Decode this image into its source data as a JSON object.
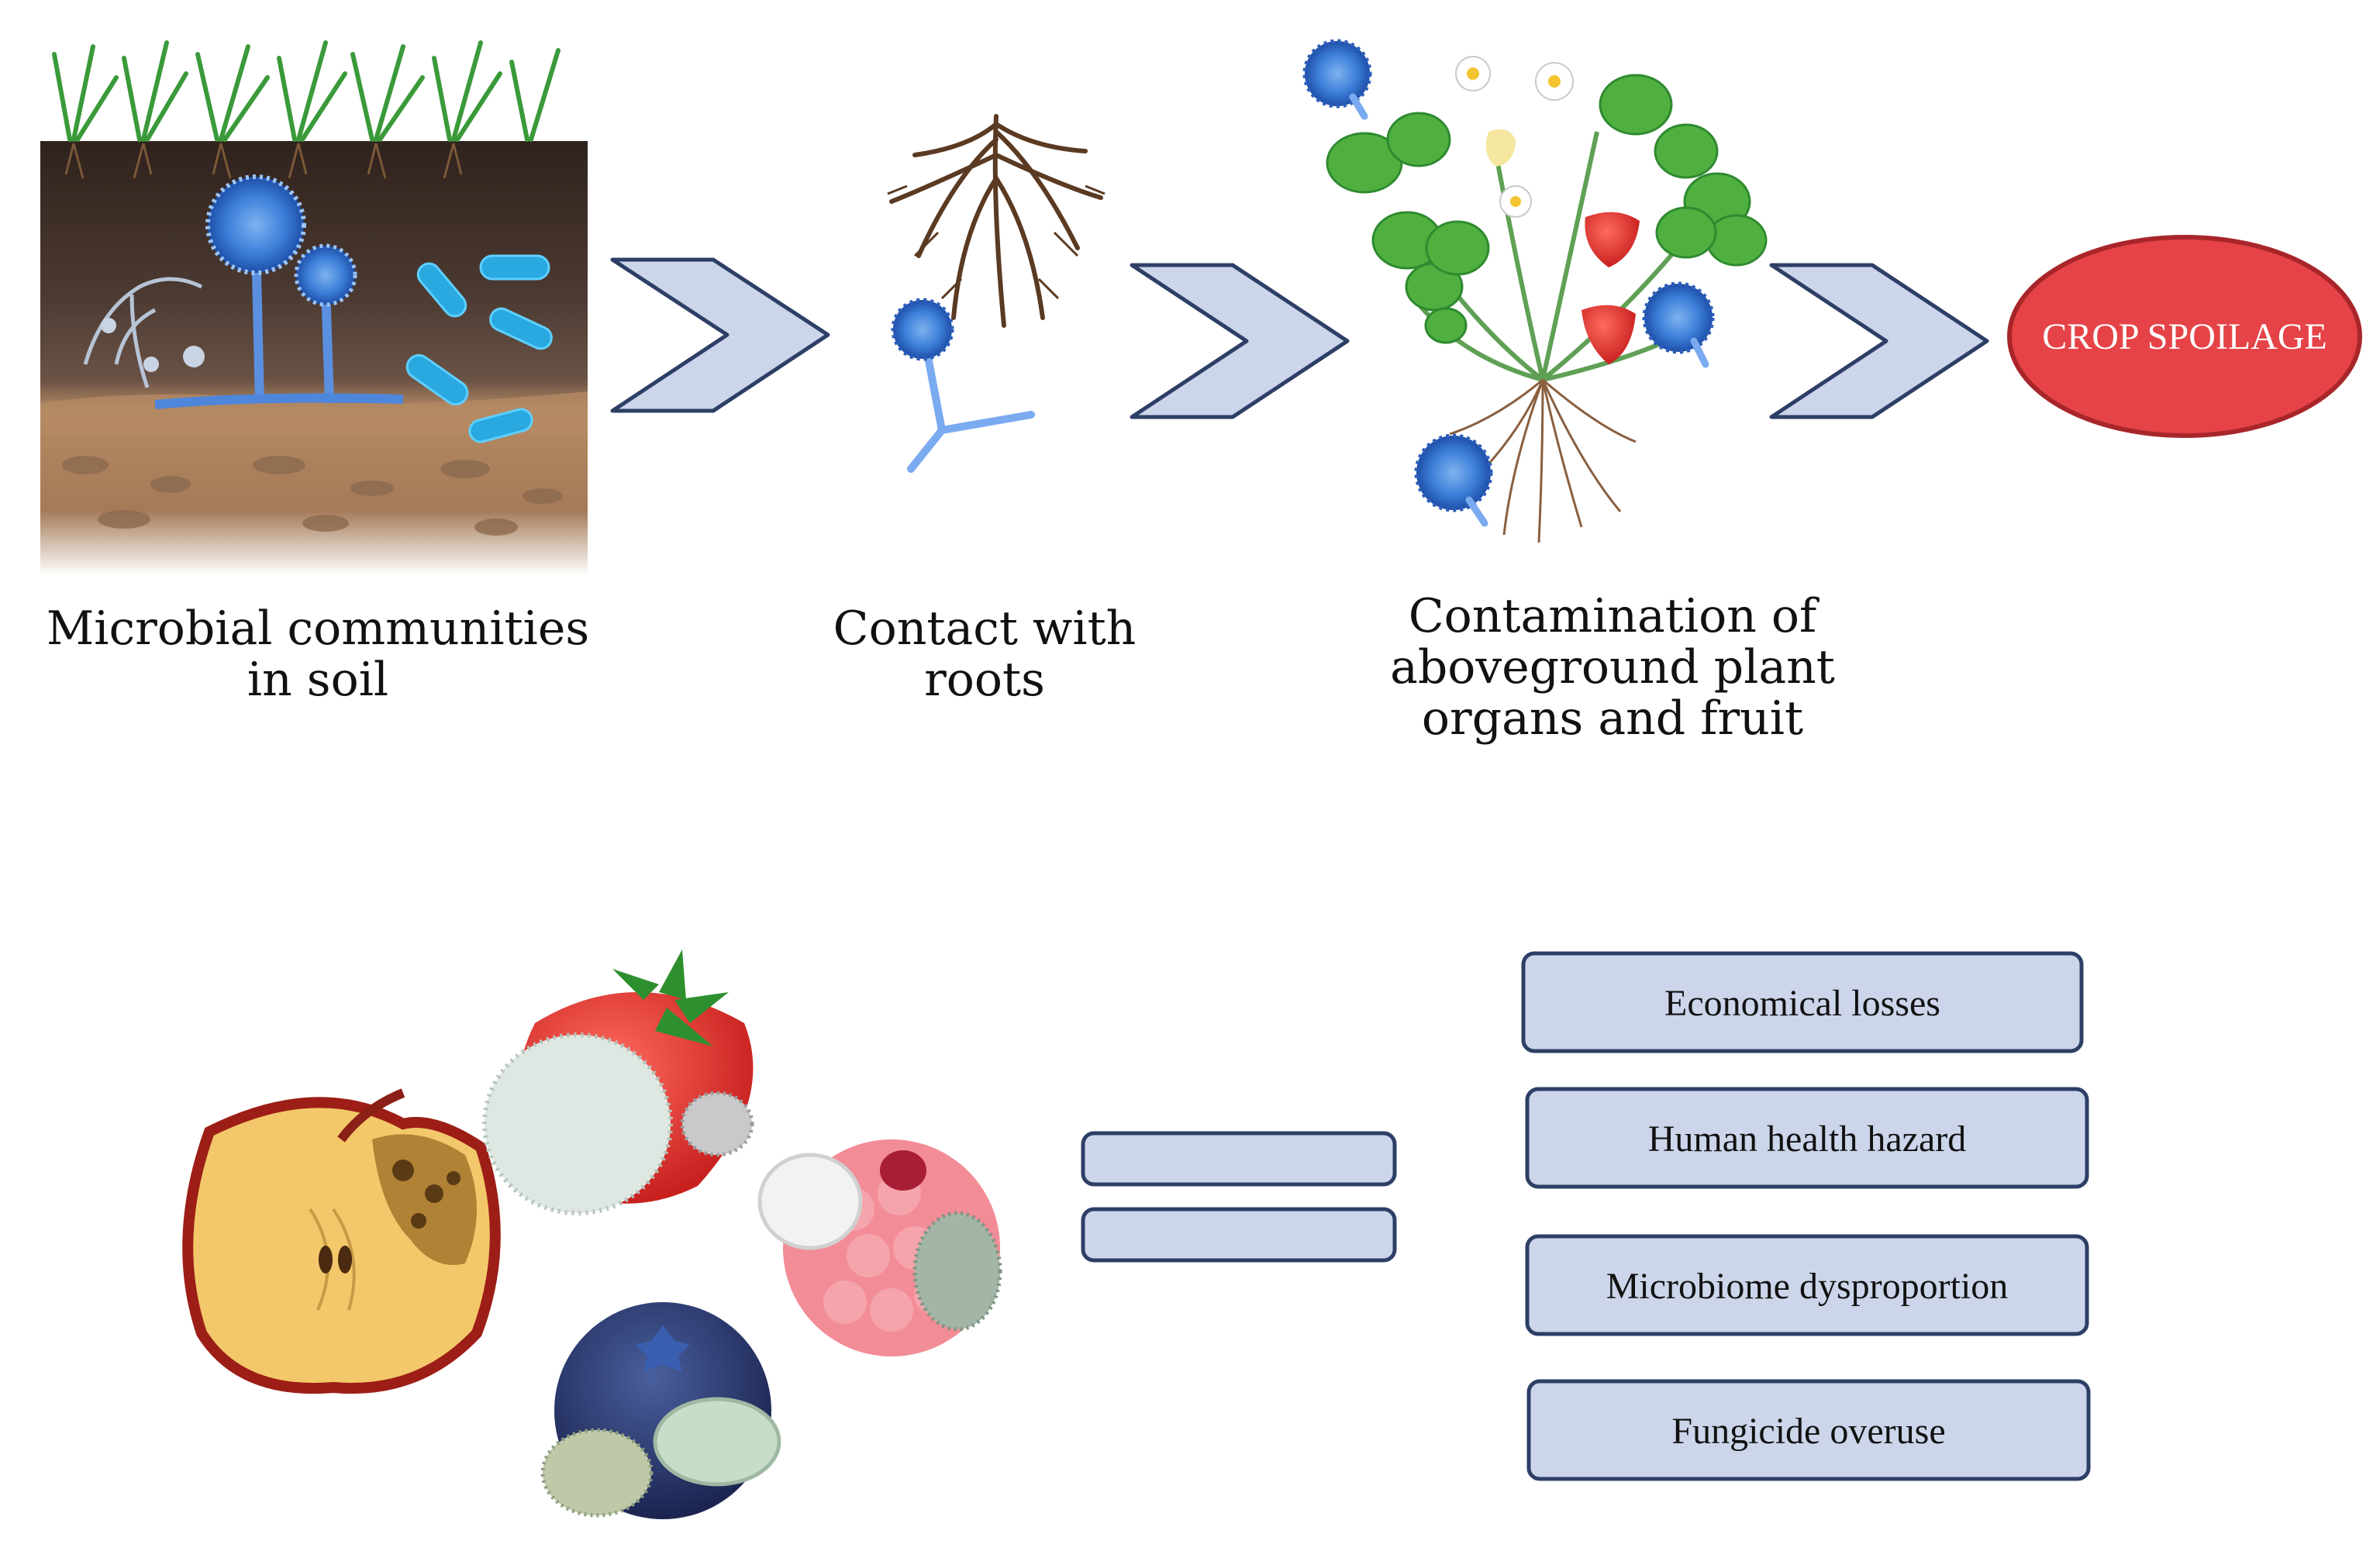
{
  "top_row": {
    "steps": [
      {
        "lines": [
          "Microbial communities",
          "in soil"
        ]
      },
      {
        "lines": [
          "Contact with",
          "roots"
        ]
      },
      {
        "lines": [
          "Contamination of",
          "aboveground plant",
          "organs and fruit"
        ]
      }
    ],
    "outcome": "CROP SPOILAGE"
  },
  "consequences": [
    "Economical losses",
    "Human health hazard",
    "Microbiome dysproportion",
    "Fungicide overuse"
  ],
  "colors": {
    "box_fill": "#ccd5ea",
    "box_border": "#2e3f66",
    "oval_fill": "#e54347",
    "oval_border": "#a8262a",
    "fungus_blue": "#2f6fd0",
    "soil_dark": "#3a2a23",
    "soil_light": "#b08560"
  }
}
